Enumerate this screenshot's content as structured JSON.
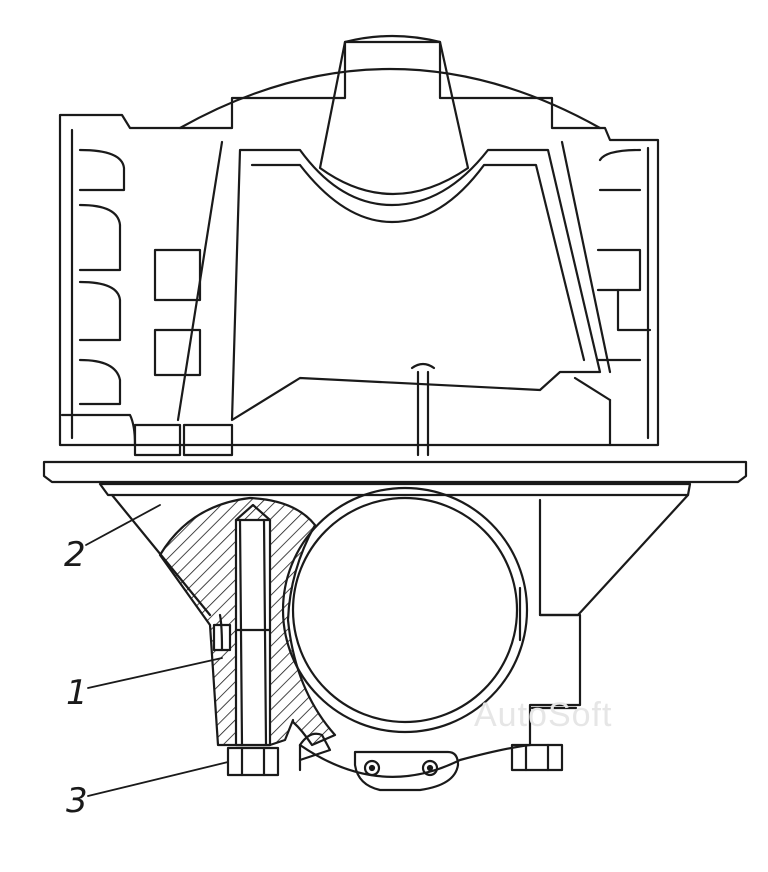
{
  "diagram": {
    "callouts": [
      {
        "id": "c2",
        "label": "2"
      },
      {
        "id": "c1",
        "label": "1"
      },
      {
        "id": "c3",
        "label": "3"
      }
    ],
    "watermark": "AutoSoft",
    "colors": {
      "ink": "#1a1a1a",
      "paper": "#ffffff",
      "watermark": "#e6e6e6"
    }
  }
}
